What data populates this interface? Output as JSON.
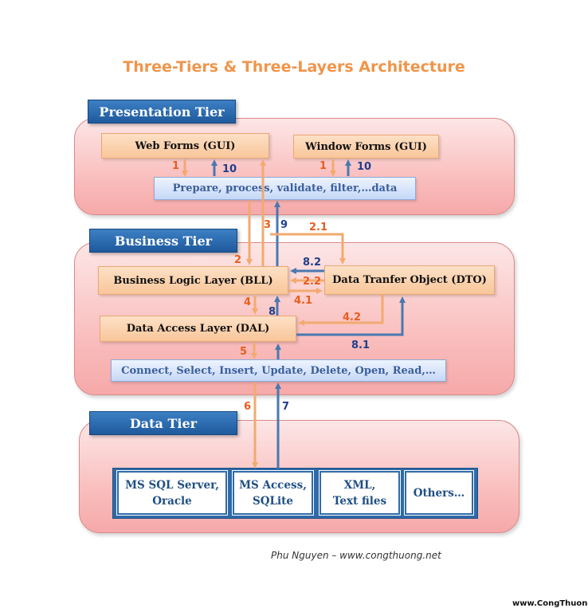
{
  "title": "Three-Tiers & Three-Layers Architecture",
  "tiers": {
    "presentation": "Presentation Tier",
    "business": "Business Tier",
    "data": "Data Tier"
  },
  "presentation": {
    "web_forms": "Web Forms (GUI)",
    "window_forms": "Window Forms (GUI)",
    "process_bar": "Prepare, process, validate, filter,…data"
  },
  "business": {
    "bll": "Business Logic Layer (BLL)",
    "dto": "Data Tranfer Object (DTO)",
    "dal": "Data Access Layer (DAL)",
    "ops_bar": "Connect, Select, Insert, Update, Delete, Open, Read,…"
  },
  "data_sources": [
    {
      "line1": "MS SQL Server,",
      "line2": "Oracle"
    },
    {
      "line1": "MS Access,",
      "line2": "SQLite"
    },
    {
      "line1": "XML,",
      "line2": "Text files"
    },
    {
      "line1": "Others…",
      "line2": ""
    }
  ],
  "steps": {
    "s1a": "1",
    "s10a": "10",
    "s1b": "1",
    "s10b": "10",
    "s2": "2",
    "s3": "3",
    "s9": "9",
    "s2_1": "2.1",
    "s8_2": "8.2",
    "s2_2": "2.2",
    "s4": "4",
    "s4_1": "4.1",
    "s8": "8",
    "s4_2": "4.2",
    "s8_1": "8.1",
    "s5": "5",
    "s6": "6",
    "s7": "7"
  },
  "credit": "Phu Nguyen – www.congthuong.net",
  "watermark": "www.CongThuong.net",
  "colors": {
    "title": "#f0954a",
    "request_arrow": "#f2aa6f",
    "response_arrow": "#4a78b0",
    "request_number": "#e85d1d",
    "response_number": "#1f3e8c",
    "tier_label": "#1e5a9c"
  }
}
